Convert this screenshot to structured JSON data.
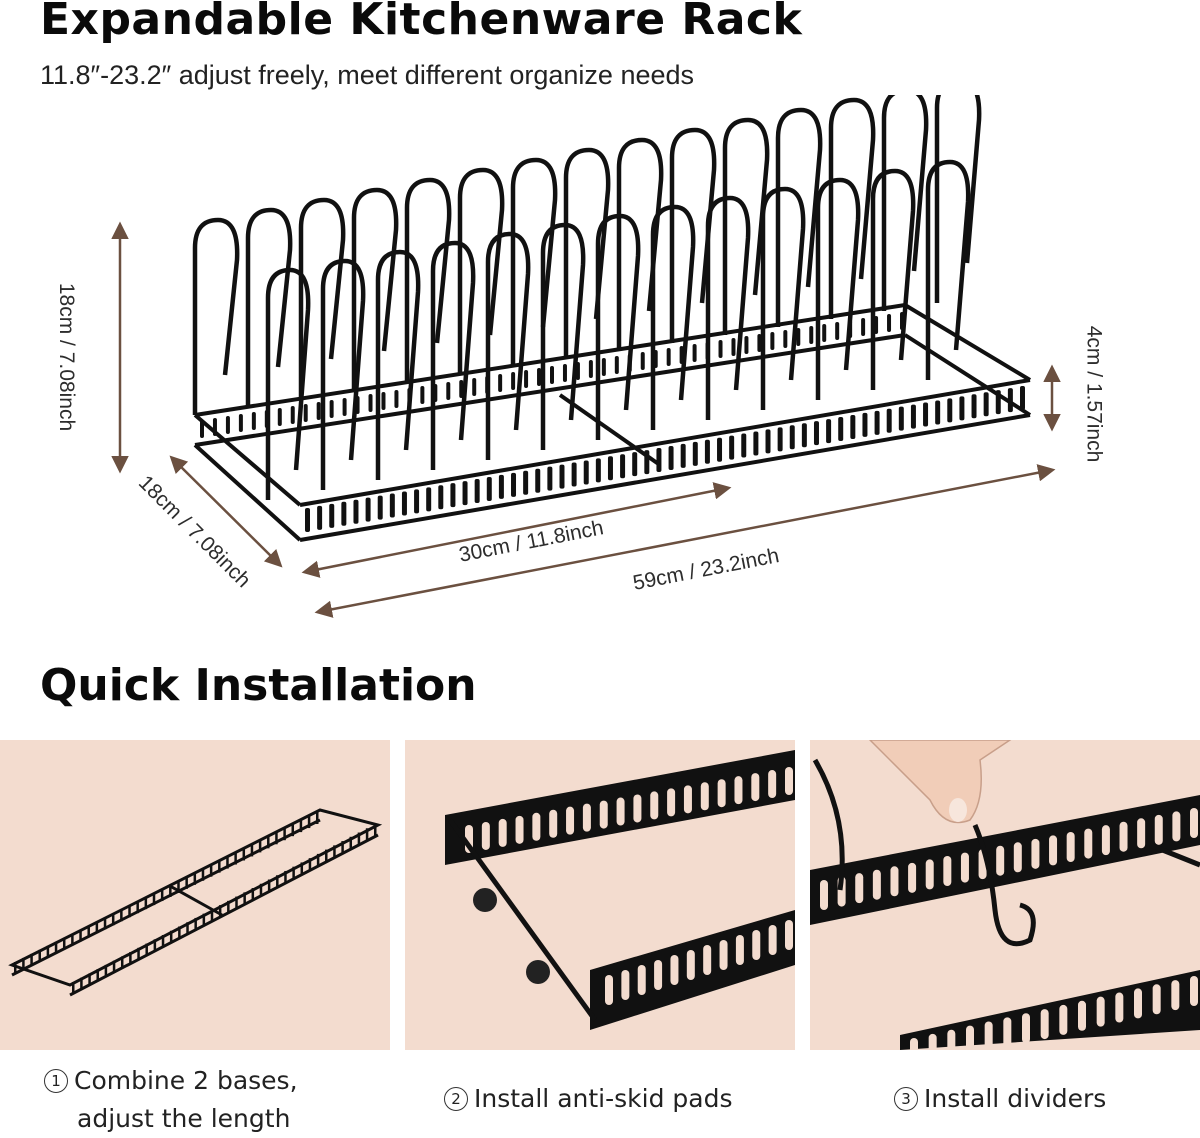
{
  "header": {
    "title": "Expandable Kitchenware Rack",
    "subtitle": "11.8″-23.2″ adjust freely, meet different organize needs"
  },
  "dimensions": {
    "height": "18cm / 7.08inch",
    "depth": "18cm / 7.08inch",
    "base_height": "4cm / 1.57inch",
    "min_length": "30cm / 11.8inch",
    "max_length": "59cm / 23.2inch"
  },
  "installation": {
    "title": "Quick Installation",
    "steps": [
      {
        "num": "1",
        "line1": "Combine 2 bases,",
        "line2": "adjust the length"
      },
      {
        "num": "2",
        "line1": "Install anti-skid pads"
      },
      {
        "num": "3",
        "line1": "Install dividers"
      }
    ]
  },
  "colors": {
    "panel_background": "#f3dccf",
    "rack": "#111111",
    "arrow": "#6b5040"
  }
}
